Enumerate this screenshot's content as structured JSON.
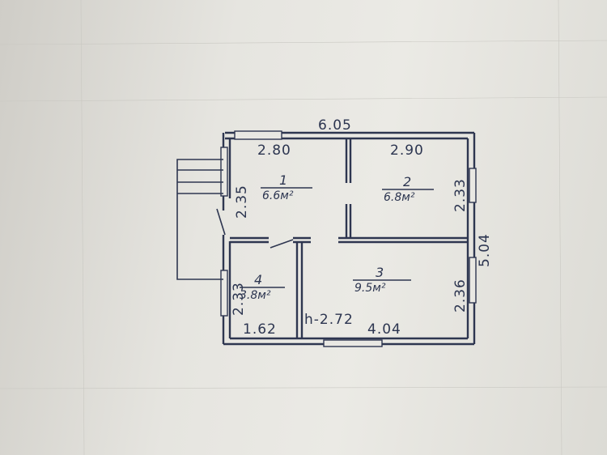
{
  "plan": {
    "overall_width": "6.05",
    "overall_depth": "5.04",
    "ceiling_height": "h-2.72",
    "rooms": [
      {
        "number": "1",
        "area": "6.6м²",
        "width": "2.80",
        "depth": "2.35"
      },
      {
        "number": "2",
        "area": "6.8м²",
        "width": "2.90",
        "depth": "2.33"
      },
      {
        "number": "3",
        "area": "9.5м²",
        "width": "4.04",
        "depth": "2.36"
      },
      {
        "number": "4",
        "area": "3.8м²",
        "width": "1.62",
        "depth": "2.33"
      }
    ]
  }
}
